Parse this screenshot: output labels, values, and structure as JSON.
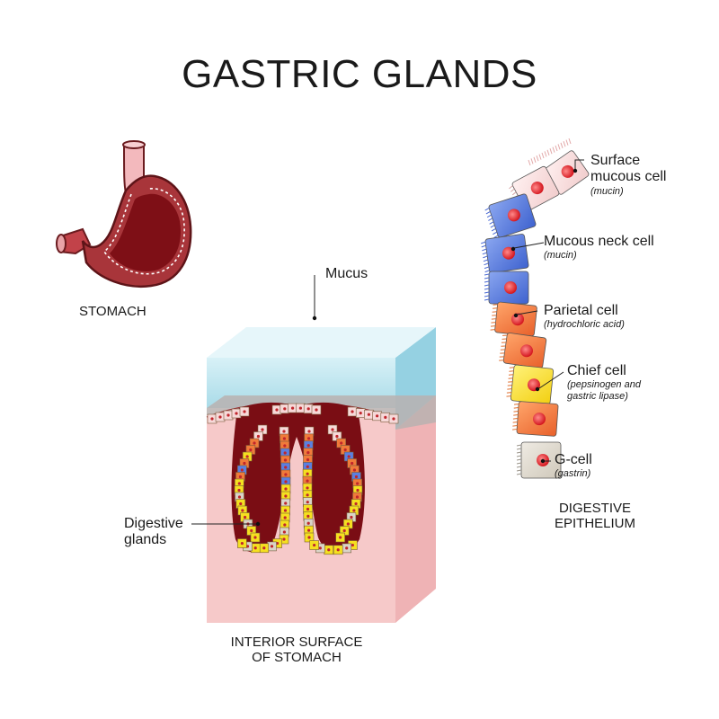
{
  "title": "GASTRIC GLANDS",
  "labels": {
    "stomach": "STOMACH",
    "mucus": "Mucus",
    "digestive_glands": [
      "Digestive",
      "glands"
    ],
    "interior_surface": [
      "INTERIOR SURFACE",
      "OF STOMACH"
    ],
    "digestive_epithelium": [
      "DIGESTIVE",
      "EPITHELIUM"
    ]
  },
  "cells": [
    {
      "name": [
        "Surface",
        "mucous cell"
      ],
      "product": "(mucin)",
      "color": "#f7d9d9"
    },
    {
      "name": [
        "Mucous neck cell"
      ],
      "product": "(mucin)",
      "color": "#5b7fe0"
    },
    {
      "name": [
        "Parietal cell"
      ],
      "product": "(hydrochloric acid)",
      "color": "#f07a3a"
    },
    {
      "name": [
        "Chief cell"
      ],
      "product": [
        "(pepsinogen and",
        "gastric lipase)"
      ],
      "color": "#f5e020"
    },
    {
      "name": [
        "G-cell"
      ],
      "product": "(gastrin)",
      "color": "#d9d4c8"
    }
  ],
  "colors": {
    "tissue": "#f6c9c9",
    "tissue_side": "#efb3b5",
    "mucus": "#bfe6f0",
    "lumen": "#7a0d14",
    "stomach": "#a8353a",
    "nucleus": "#e0262c"
  }
}
